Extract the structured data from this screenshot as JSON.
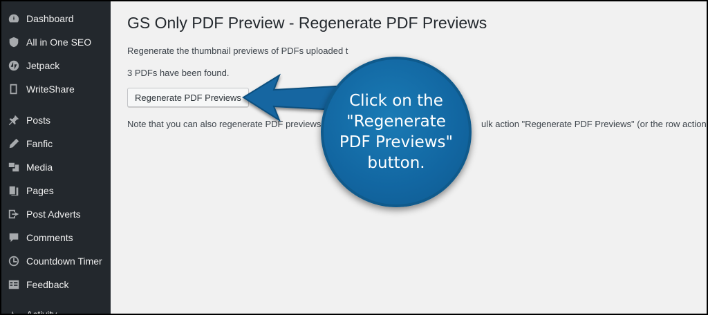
{
  "sidebar": {
    "items": [
      {
        "label": "Dashboard",
        "icon": "dashboard-icon"
      },
      {
        "label": "All in One SEO",
        "icon": "shield-icon"
      },
      {
        "label": "Jetpack",
        "icon": "jetpack-icon"
      },
      {
        "label": "WriteShare",
        "icon": "book-icon"
      },
      {
        "label": "Posts",
        "icon": "pin-icon"
      },
      {
        "label": "Fanfic",
        "icon": "pencil-icon"
      },
      {
        "label": "Media",
        "icon": "media-icon"
      },
      {
        "label": "Pages",
        "icon": "pages-icon"
      },
      {
        "label": "Post Adverts",
        "icon": "redirect-icon"
      },
      {
        "label": "Comments",
        "icon": "comment-icon"
      },
      {
        "label": "Countdown Timer",
        "icon": "clock-icon"
      },
      {
        "label": "Feedback",
        "icon": "feedback-icon"
      },
      {
        "label": "Activity",
        "icon": "activity-icon"
      }
    ]
  },
  "main": {
    "title": "GS Only PDF Preview - Regenerate PDF Previews",
    "description": "Regenerate the thumbnail previews of PDFs uploaded t",
    "found_text": "3 PDFs have been found.",
    "regenerate_button": "Regenerate PDF Previews",
    "note_left": "Note that you can also regenerate PDF previews i",
    "note_right": "ulk action \"Regenerate PDF Previews\" (or the row action \"Reg"
  },
  "callout": {
    "text": "Click on the \"Regenerate PDF Previews\" button.",
    "color": "#1266a1"
  }
}
